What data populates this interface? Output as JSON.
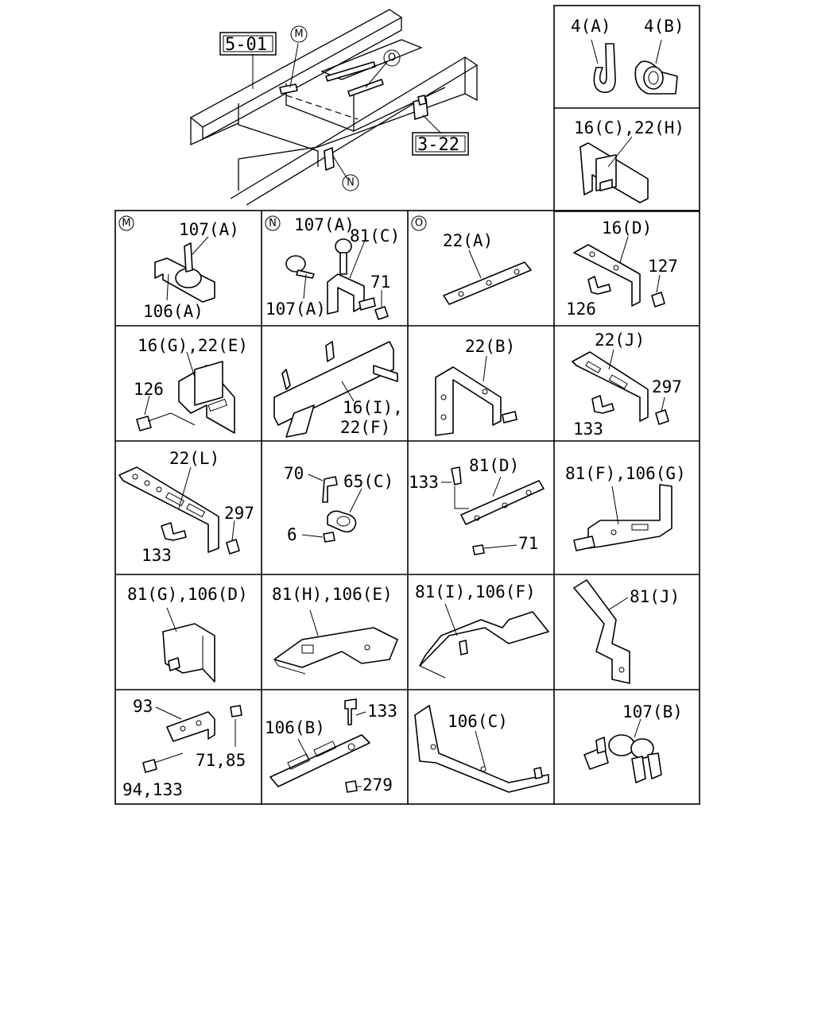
{
  "overview": {
    "ref_boxes": [
      "5-01",
      "3-22"
    ],
    "markers": [
      "M",
      "O",
      "N"
    ]
  },
  "cells": [
    {
      "id": "4A-4B",
      "labels": [
        "4(A)",
        "4(B)"
      ]
    },
    {
      "id": "16C-22H",
      "labels": [
        "16(C),22(H)"
      ]
    },
    {
      "id": "M",
      "marker": "M",
      "labels": [
        "107(A)",
        "106(A)"
      ]
    },
    {
      "id": "N",
      "marker": "N",
      "labels": [
        "107(A)",
        "81(C)",
        "71",
        "107(A)"
      ]
    },
    {
      "id": "O",
      "marker": "O",
      "labels": [
        "22(A)"
      ]
    },
    {
      "id": "16D",
      "labels": [
        "16(D)",
        "127",
        "126"
      ]
    },
    {
      "id": "16G",
      "labels": [
        "16(G),22(E)",
        "126"
      ]
    },
    {
      "id": "16I",
      "labels": [
        "16(I),",
        "22(F)"
      ]
    },
    {
      "id": "22B",
      "labels": [
        "22(B)"
      ]
    },
    {
      "id": "22J",
      "labels": [
        "22(J)",
        "297",
        "133"
      ]
    },
    {
      "id": "22L",
      "labels": [
        "22(L)",
        "297",
        "133"
      ]
    },
    {
      "id": "65C",
      "labels": [
        "70",
        "65(C)",
        "6"
      ]
    },
    {
      "id": "81D",
      "labels": [
        "133",
        "81(D)",
        "71"
      ]
    },
    {
      "id": "81F",
      "labels": [
        "81(F),106(G)"
      ]
    },
    {
      "id": "81G",
      "labels": [
        "81(G),106(D)"
      ]
    },
    {
      "id": "81H",
      "labels": [
        "81(H),106(E)"
      ]
    },
    {
      "id": "81I",
      "labels": [
        "81(I),106(F)"
      ]
    },
    {
      "id": "81J",
      "labels": [
        "81(J)"
      ]
    },
    {
      "id": "93",
      "labels": [
        "93",
        "71,85",
        "94,133"
      ]
    },
    {
      "id": "106B",
      "labels": [
        "133",
        "106(B)",
        "279"
      ]
    },
    {
      "id": "106C",
      "labels": [
        "106(C)"
      ]
    },
    {
      "id": "107B",
      "labels": [
        "107(B)"
      ]
    }
  ]
}
